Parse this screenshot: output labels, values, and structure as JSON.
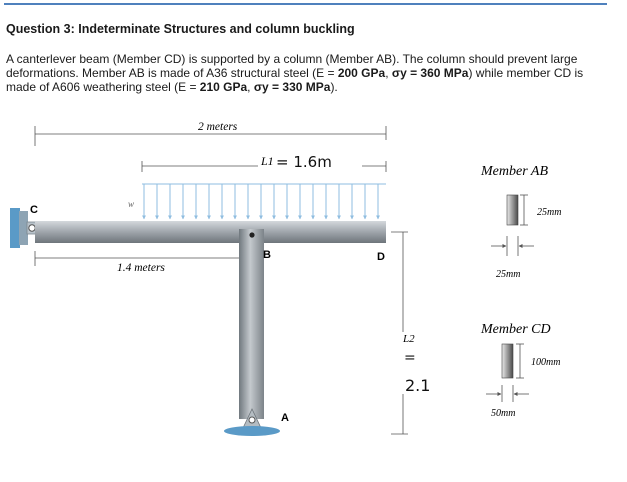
{
  "question": {
    "title": "Question 3: Indeterminate Structures and column buckling",
    "text_1": "A canterlever beam (Member CD) is supported by a column (Member AB). The column should prevent large deformations. Member AB is made of A36 structural steel (E = ",
    "e_ab": "200 GPa",
    "text_2": ", ",
    "sy_ab": "σy = 360 MPa",
    "text_3": ") while member CD is made of A606 weathering steel (E = ",
    "e_cd": "210 GPa",
    "text_4": ", ",
    "sy_cd": "σy = 330 MPa",
    "text_5": ")."
  },
  "figure": {
    "dim_top": "2 meters",
    "dim_l1": "L1",
    "l1_handwritten": "= 1.6m",
    "dim_left": "1.4 meters",
    "load_label": "w",
    "label_c": "C",
    "label_b": "B",
    "label_d": "D",
    "label_a": "A",
    "dim_l2": "L2",
    "l2_handwritten_eq": "=",
    "l2_handwritten_val": "2.1",
    "ab_title": "Member AB",
    "ab_height": "25mm",
    "ab_width": "25mm",
    "cd_title": "Member CD",
    "cd_height": "100mm",
    "cd_width": "50mm"
  }
}
